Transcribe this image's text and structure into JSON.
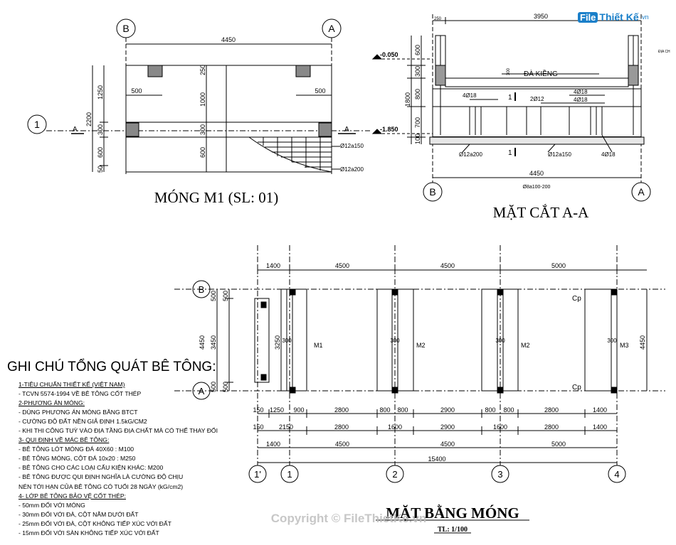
{
  "drawing": {
    "plan_m1": {
      "title": "MÓNG M1 (SL: 01)",
      "axis_a": "A",
      "axis_b": "B",
      "axis_1": "1",
      "dim_total": "4450",
      "dim_500_left": "500",
      "dim_500_right": "500",
      "dim_250": "250",
      "dim_1000": "1000",
      "dim_300a": "300",
      "dim_600": "600",
      "dim_2200": "2200",
      "dim_1250": "1250",
      "dim_300b": "300",
      "dim_600b": "600",
      "dim_50": "50",
      "section_mark_left": "A",
      "section_mark_right": "A",
      "rebar_1": "Ø12a150",
      "rebar_2": "Ø12a200"
    },
    "section_aa": {
      "title": "MẶT CẮT A-A",
      "dim_top": "3950",
      "dim_250": "250",
      "dim_bottom": "4450",
      "level_top": "-0.050",
      "level_bottom": "-1.850",
      "dim_600": "600",
      "dim_300": "300",
      "dim_800": "800",
      "dim_700": "700",
      "dim_100": "100",
      "dim_1800": "1800",
      "dim_300_inner": "300",
      "beam_label": "ĐÀ KIỀNG",
      "reb_4d18_l": "4Ø18",
      "reb_2d12": "2Ø12",
      "reb_4d18_r1": "4Ø18",
      "reb_4d18_r2": "4Ø18",
      "reb_4d18_bot": "4Ø18",
      "reb_d12a200": "Ø12a200",
      "reb_d12a150": "Ø12a150",
      "stirrup": "Ø8a100-200",
      "cut_label_top": "1",
      "cut_label_bot": "1",
      "axis_b": "B",
      "axis_a": "A",
      "edge_note": "ĐỊA CH"
    },
    "foundation_plan": {
      "title": "MẶT BẰNG MÓNG",
      "scale": "TL: 1/100",
      "top_dims": [
        "1400",
        "4500",
        "4500",
        "5000"
      ],
      "row1": [
        "150",
        "1250",
        "900",
        "2800",
        "800",
        "800",
        "2900",
        "800",
        "800",
        "2800",
        "1400"
      ],
      "row2": [
        "150",
        "2150",
        "2800",
        "1600",
        "2900",
        "1600",
        "2800",
        "1400"
      ],
      "row3": [
        "1400",
        "4500",
        "4500",
        "5000"
      ],
      "total": "15400",
      "left_dims": [
        "500",
        "3450",
        "500"
      ],
      "left_inner": [
        "500",
        "3250",
        "500"
      ],
      "right_dim": "4450",
      "left_outer": "4450",
      "col_300": [
        "300",
        "300",
        "300",
        "300"
      ],
      "footings": [
        "M1",
        "M2",
        "M2",
        "M3"
      ],
      "cp_top": "Cp",
      "cp_bot": "Cp",
      "axes_bottom": [
        "1'",
        "1",
        "2",
        "3",
        "4"
      ],
      "axes_left": [
        "B",
        "A"
      ]
    },
    "watermark": "Copyright © FileThietKe.vn"
  },
  "notes": {
    "title": "GHI CHÚ TỔNG QUÁT BÊ TÔNG:",
    "lines": [
      {
        "text": "1-TIÊU CHUẨN THIẾT KẾ (VIỆT NAM)",
        "h": true
      },
      {
        "text": "- TCVN 5574-1994 VỀ BÊ TÔNG CỐT THÉP",
        "h": false
      },
      {
        "text": "2-PHƯƠNG ÁN MÓNG:",
        "h": true
      },
      {
        "text": "- DÙNG PHƯƠNG ÁN MÓNG BĂNG BTCT",
        "h": false
      },
      {
        "text": "- CƯỜNG ĐỘ ĐẤT NỀN GIẢ ĐỊNH 1.5kG/CM2",
        "h": false
      },
      {
        "text": "- KHI THI CÔNG TUỲ VÀO ĐỊA TẦNG ĐỊA CHẤT MÀ CÓ THỂ THAY ĐỔI",
        "h": false
      },
      {
        "text": "3- QUI ĐỊNH VỀ MÁC BÊ TÔNG:",
        "h": true
      },
      {
        "text": "- BÊ TÔNG LÓT MÓNG ĐÁ 40X60 : M100",
        "h": false
      },
      {
        "text": "- BÊ TÔNG MÓNG, CỘT ĐÁ 10x20 : M250",
        "h": false
      },
      {
        "text": "- BÊ TÔNG CHO CÁC LOẠI CẤU KIỆN KHÁC: M200",
        "h": false
      },
      {
        "text": "- BÊ TÔNG ĐƯỢC QUI ĐỊNH NGHĨA LÀ CƯỜNG ĐỘ CHỊU",
        "h": false
      },
      {
        "text": "NÉN TỚI HẠN CỦA BÊ TÔNG CÓ TUỔI 28 NGÀY (kG/cm2)",
        "h": false
      },
      {
        "text": "4- LỚP BÊ TÔNG BẢO VỆ CỐT THÉP:",
        "h": true
      },
      {
        "text": "- 50mm ĐỐI VỚI MÓNG",
        "h": false
      },
      {
        "text": "- 30mm ĐỐI VỚI ĐÀ, CỘT NẰM DƯỚI ĐẤT",
        "h": false
      },
      {
        "text": "- 25mm ĐỐI VỚI ĐÀ, CỘT KHÔNG TIẾP XÚC VỚI ĐẤT",
        "h": false
      },
      {
        "text": "- 15mm ĐỐI VỚI SÀN KHÔNG TIẾP XÚC VỚI ĐẤT",
        "h": false
      }
    ]
  },
  "logo": {
    "box": "File",
    "text": "Thiết Kế",
    "domain": ".vn"
  }
}
